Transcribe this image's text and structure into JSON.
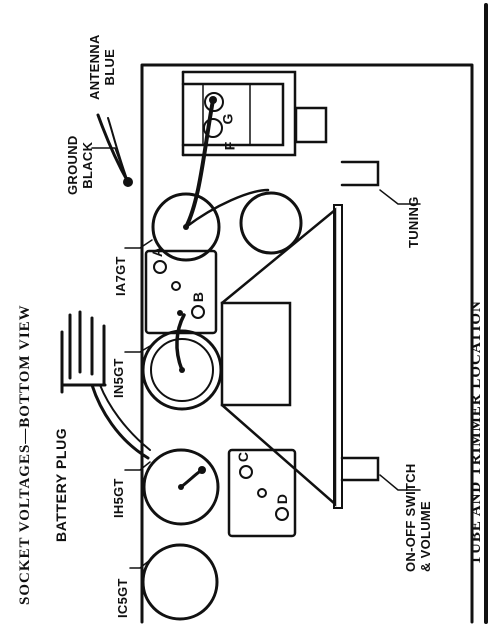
{
  "figure": {
    "caption": "TUBE AND TRIMMER LOCATION",
    "socket_title": "SOCKET VOLTAGES—BOTTOM VIEW"
  },
  "labels": {
    "battery_plug": "BATTERY PLUG",
    "antenna": "ANTENNA",
    "antenna_color": "BLUE",
    "ground": "GROUND",
    "ground_color": "BLACK",
    "tuning": "TUNING",
    "switch_line1": "ON-OFF SWITCH",
    "switch_line2": "& VOLUME"
  },
  "tubes": [
    "IC5GT",
    "IH5GT",
    "IN5GT",
    "IA7GT"
  ],
  "trimmers": [
    "A",
    "B",
    "C",
    "D"
  ],
  "coil_taps": [
    "G",
    "F"
  ]
}
